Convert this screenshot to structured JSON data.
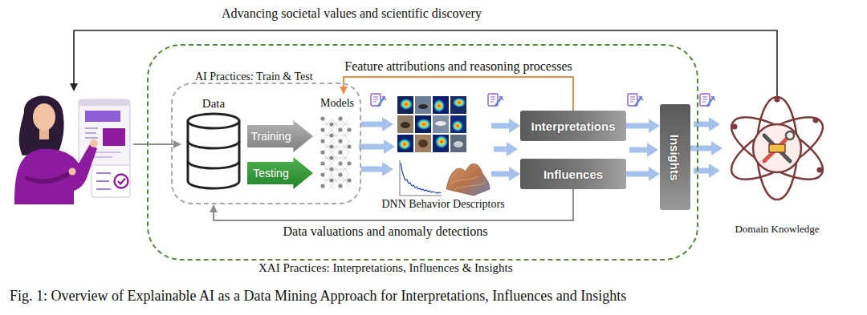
{
  "diagram": {
    "caption": "Fig. 1: Overview of Explainable AI as a Data Mining Approach for Interpretations, Influences and Insights",
    "nodes": [
      {
        "text": [
          "XAI Practices: Interpretations, Influences & Insights"
        ]
      },
      {
        "text": [
          "AI Practices: Train & Test"
        ],
        "in": 0
      },
      {
        "text": [
          "Data"
        ],
        "in": 1
      },
      {
        "text": [
          "Training"
        ],
        "in": 1
      },
      {
        "text": [
          "Testing"
        ],
        "in": 1
      },
      {
        "text": [
          "Models"
        ],
        "in": 1
      },
      {
        "text": [
          "DNN Behavior Descriptors"
        ],
        "in": 0
      },
      {
        "text": [
          "Interpretations"
        ],
        "in": 0
      },
      {
        "text": [
          "Influences"
        ],
        "in": 0
      },
      {
        "text": [
          "Insights"
        ],
        "in": 0
      },
      {
        "text": [
          "Domain Knowledge"
        ]
      }
    ],
    "edges": [
      {
        "from": 7,
        "to": 5,
        "label": "Feature attributions and reasoning processes",
        "arrow": "to"
      },
      {
        "from": 8,
        "to": 1,
        "label": "Data valuations and anomaly detections",
        "arrow": "to"
      },
      {
        "from": 5,
        "to": 6,
        "arrow": "to"
      },
      {
        "from": 6,
        "to": 7,
        "arrow": "to"
      },
      {
        "from": 6,
        "to": 8,
        "arrow": "to"
      },
      {
        "from": 7,
        "to": 9,
        "arrow": "to"
      },
      {
        "from": 8,
        "to": 9,
        "arrow": "to"
      },
      {
        "from": 9,
        "to": 10,
        "arrow": "to"
      }
    ],
    "labels": [
      "Advancing societal values and scientific discovery"
    ]
  }
}
